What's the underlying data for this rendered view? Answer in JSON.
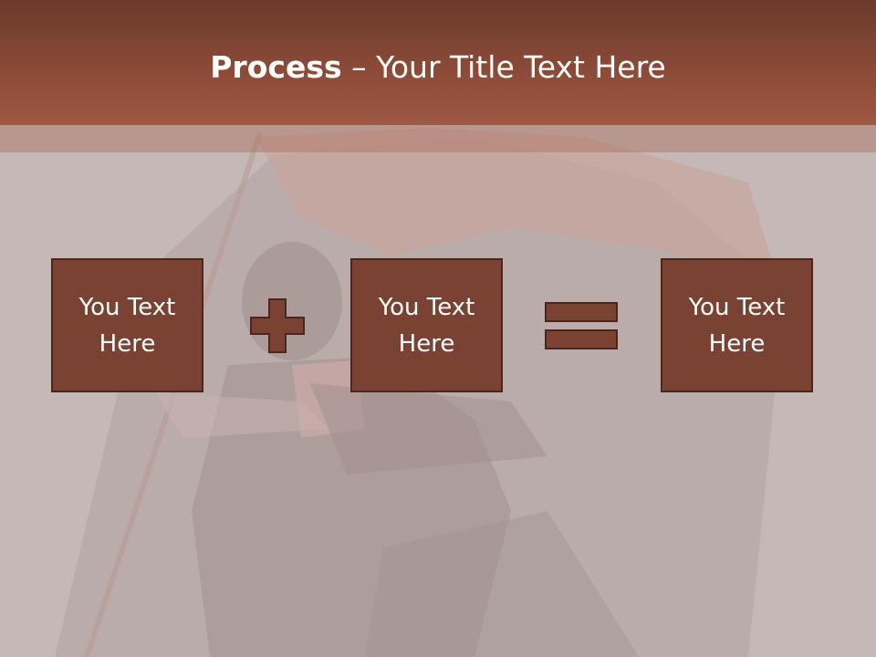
{
  "slide": {
    "title_bold": "Process",
    "title_rest": " – Your Title Text Here"
  },
  "boxes": [
    {
      "label": "You Text Here"
    },
    {
      "label": "You Text Here"
    },
    {
      "label": "You Text Here"
    }
  ],
  "operators": {
    "first": "plus-icon",
    "second": "equals-icon"
  },
  "colors": {
    "title_bar": "#8b4a37",
    "box_fill": "#7a4233",
    "box_border": "#4a261d",
    "background": "#c9bfbd",
    "text": "#ffffff"
  }
}
